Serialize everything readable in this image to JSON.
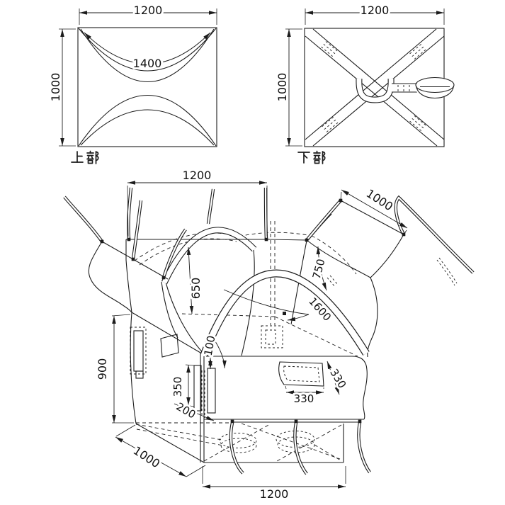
{
  "colors": {
    "line": "#1c1c1c",
    "background": "#ffffff"
  },
  "views": {
    "top_panel": {
      "label": "上部",
      "dim_width": "1200",
      "dim_depth": "1000",
      "dim_strap": "1400"
    },
    "bottom_panel": {
      "label": "下部",
      "dim_width": "1200",
      "dim_depth": "1000"
    },
    "main": {
      "dim_top_width": "1200",
      "dim_top_depth": "1000",
      "dim_arch_height": "650",
      "dim_flap_depth": "750",
      "dim_belt_length": "1600",
      "dim_pocket_offset": "100",
      "dim_body_height": "900",
      "dim_pocket_height": "350",
      "dim_pocket_width": "200",
      "dim_window_width": "330",
      "dim_window_height": "330",
      "dim_bottom_depth": "1000",
      "dim_bottom_width": "1200"
    }
  }
}
